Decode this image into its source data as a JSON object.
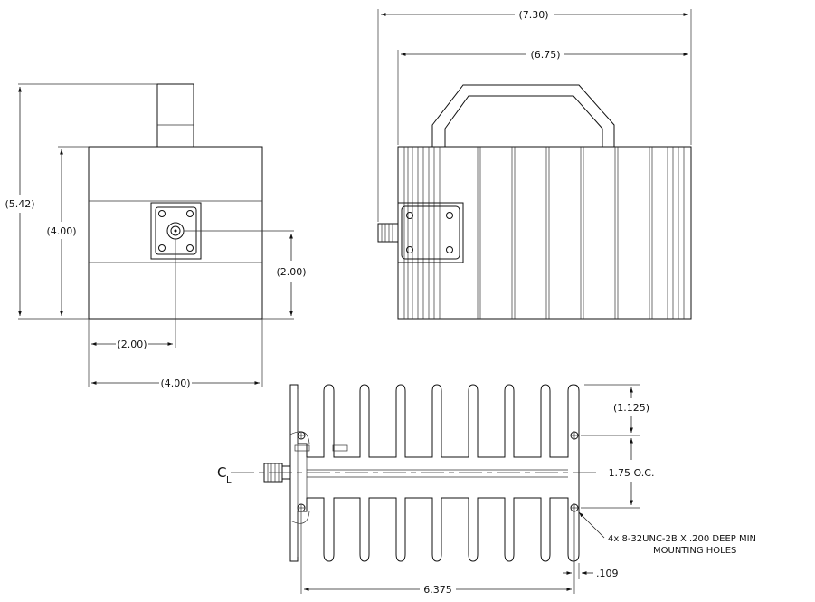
{
  "front_view": {
    "overall_height": "(5.42)",
    "body_height": "(4.00)",
    "connector_height": "(2.00)",
    "connector_offset": "(2.00)",
    "body_width": "(4.00)"
  },
  "side_view": {
    "overall_length": "(7.30)",
    "body_length": "(6.75)"
  },
  "top_view": {
    "hole_offset": "(1.125)",
    "hole_spacing": "1.75 O.C.",
    "centerline_symbol": "C",
    "centerline_sub": "L",
    "hole_note_line1": "4x  8-32UNC-2B X .200 DEEP MIN",
    "hole_note_line2": "MOUNTING HOLES",
    "hole_span": "6.375",
    "edge_margin": ".109"
  }
}
